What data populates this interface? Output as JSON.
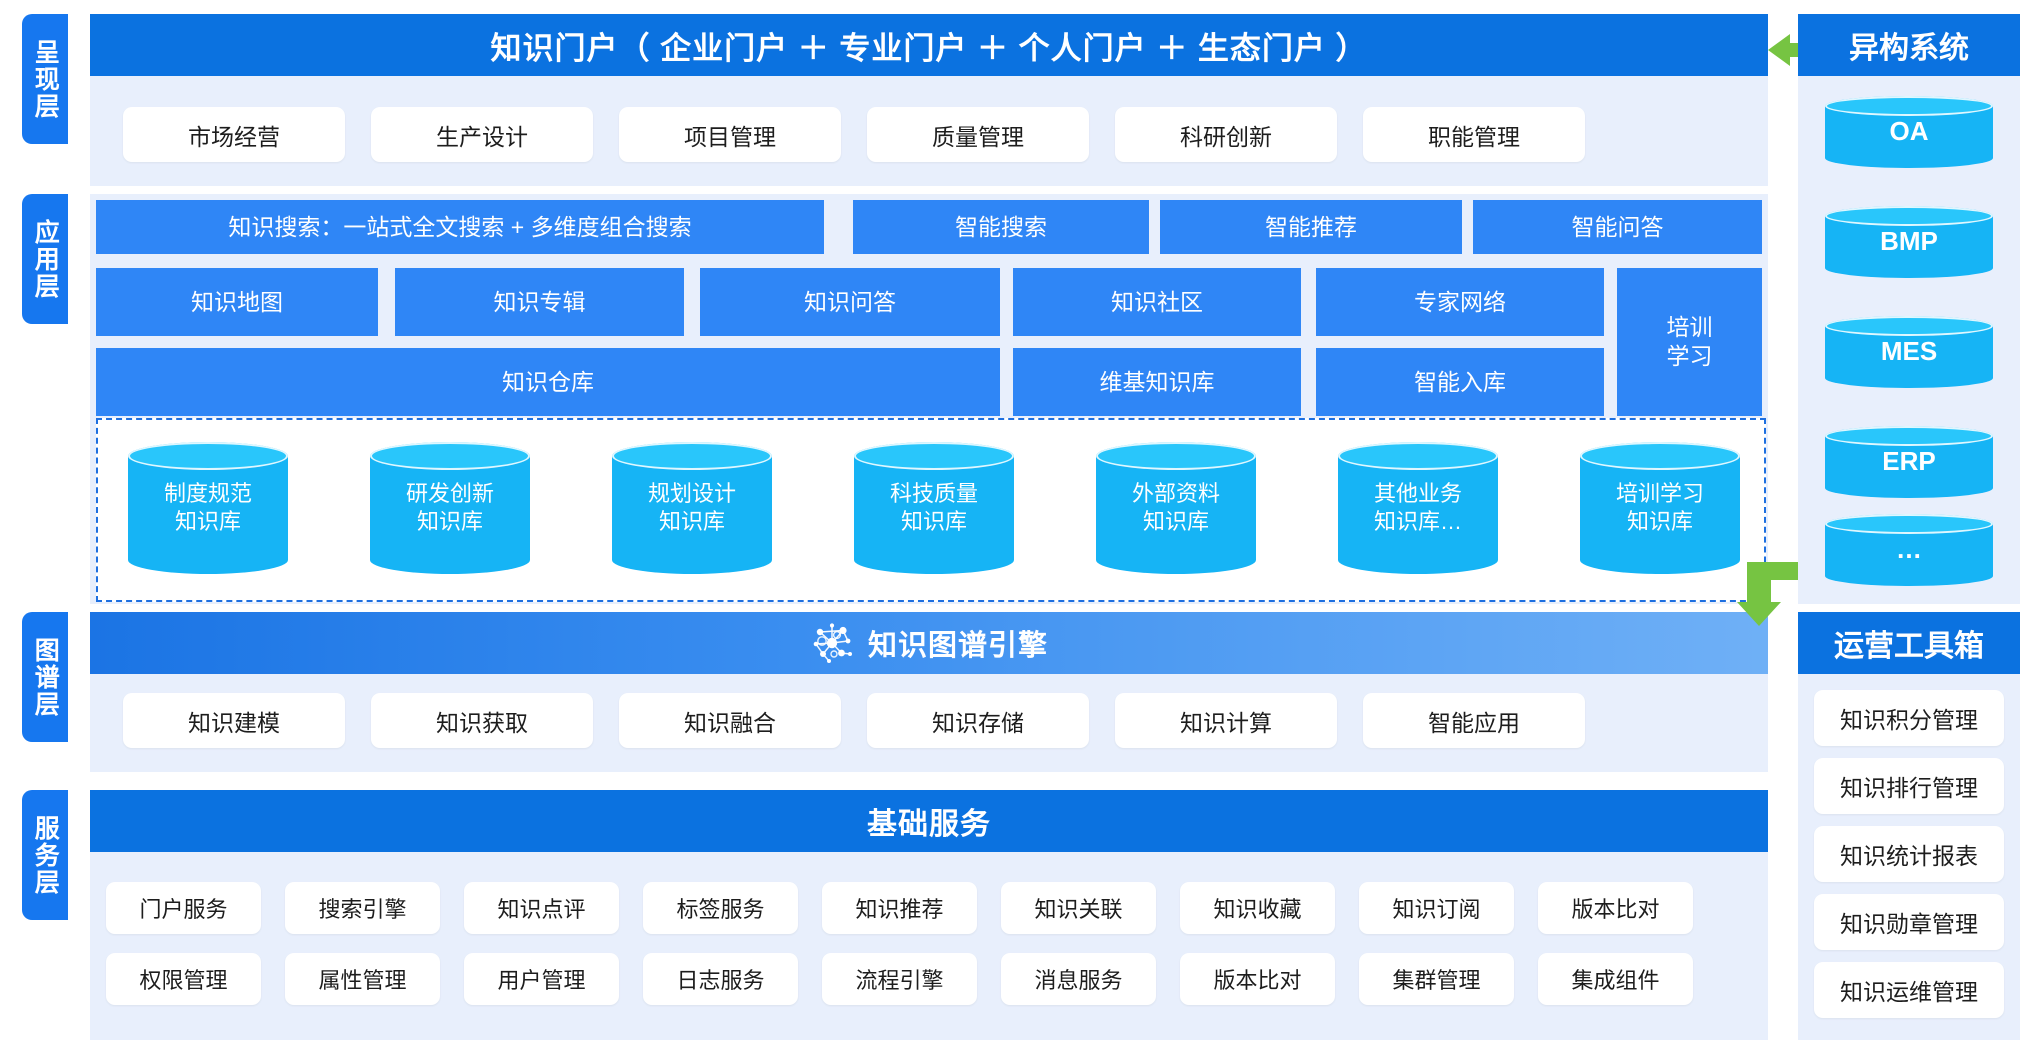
{
  "layers": [
    {
      "id": "presentation",
      "label": "呈现层"
    },
    {
      "id": "application",
      "label": "应用层"
    },
    {
      "id": "graph",
      "label": "图谱层"
    },
    {
      "id": "service",
      "label": "服务层"
    }
  ],
  "presentation": {
    "header": "知识门户（ 企业门户 ＋ 专业门户 ＋ 个人门户 ＋ 生态门户 ）",
    "chips": [
      "市场经营",
      "生产设计",
      "项目管理",
      "质量管理",
      "科研创新",
      "职能管理"
    ]
  },
  "application": {
    "row1": [
      "知识搜索：一站式全文搜索 + 多维度组合搜索",
      "智能搜索",
      "智能推荐",
      "智能问答"
    ],
    "row2": [
      "知识地图",
      "知识专辑",
      "知识问答",
      "知识社区",
      "专家网络"
    ],
    "row3": [
      "知识仓库",
      "维基知识库",
      "智能入库"
    ],
    "tall": "培训\n学习",
    "tall_line1": "培训",
    "tall_line2": "学习"
  },
  "repositories": [
    {
      "line1": "制度规范",
      "line2": "知识库"
    },
    {
      "line1": "研发创新",
      "line2": "知识库"
    },
    {
      "line1": "规划设计",
      "line2": "知识库"
    },
    {
      "line1": "科技质量",
      "line2": "知识库"
    },
    {
      "line1": "外部资料",
      "line2": "知识库"
    },
    {
      "line1": "其他业务",
      "line2": "知识库…"
    },
    {
      "line1": "培训学习",
      "line2": "知识库"
    }
  ],
  "graph": {
    "engine_title": "知识图谱引擎",
    "engine_icon": "knowledge-graph-icon",
    "chips": [
      "知识建模",
      "知识获取",
      "知识融合",
      "知识存储",
      "知识计算",
      "智能应用"
    ]
  },
  "service": {
    "header": "基础服务",
    "row1": [
      "门户服务",
      "搜索引擎",
      "知识点评",
      "标签服务",
      "知识推荐",
      "知识关联",
      "知识收藏",
      "知识订阅",
      "版本比对"
    ],
    "row2": [
      "权限管理",
      "属性管理",
      "用户管理",
      "日志服务",
      "流程引擎",
      "消息服务",
      "版本比对",
      "集群管理",
      "集成组件"
    ]
  },
  "heterogeneous": {
    "title": "异构系统",
    "systems": [
      "OA",
      "BMP",
      "MES",
      "ERP",
      "…"
    ]
  },
  "toolbox": {
    "title": "运营工具箱",
    "items": [
      "知识积分管理",
      "知识排行管理",
      "知识统计报表",
      "知识勋章管理",
      "知识运维管理"
    ]
  },
  "arrows": {
    "top": "double-headed-arrow-icon",
    "bottom": "elbow-arrow-icon"
  },
  "colors": {
    "brand_blue": "#0b72e0",
    "chip_blue": "#2f86f6",
    "panel_bg": "#e8effc",
    "cylinder": "#16b4f5",
    "cylinder_top": "#29c6fb",
    "arrow_green": "#76c442",
    "dashed_border": "#1d6fe0"
  }
}
